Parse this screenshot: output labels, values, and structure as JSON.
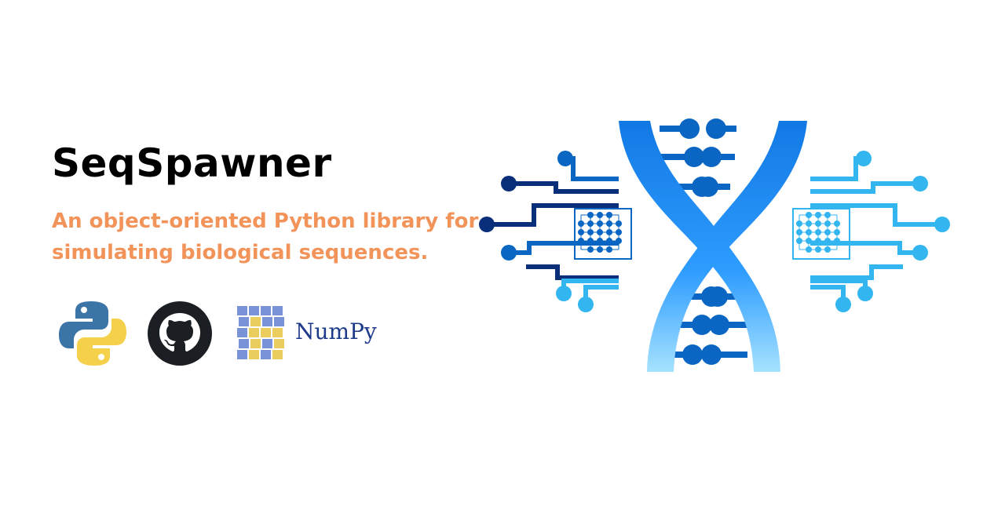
{
  "hero": {
    "title": "SeqSpawner",
    "tagline_line1": "An object-oriented Python library for",
    "tagline_line2": "simulating biological sequences."
  },
  "logos": [
    {
      "name": "python-logo",
      "icon": "python-icon"
    },
    {
      "name": "github-logo",
      "icon": "github-icon"
    },
    {
      "name": "numpy-logo",
      "icon": "numpy-cube-icon",
      "label": "NumPy"
    }
  ],
  "colors": {
    "title": "#000000",
    "tagline": "#F2935A",
    "numpy_text": "#1E3A8A",
    "python_blue": "#3B74A6",
    "python_yellow": "#F5D04A",
    "github": "#1B1F23",
    "dna_strand_top": "#1279E4",
    "dna_strand_bottom": "#7FD2FF",
    "circuit_dark": "#0A2F7A",
    "circuit_mid": "#0A66C2",
    "circuit_light": "#33B6F0"
  }
}
